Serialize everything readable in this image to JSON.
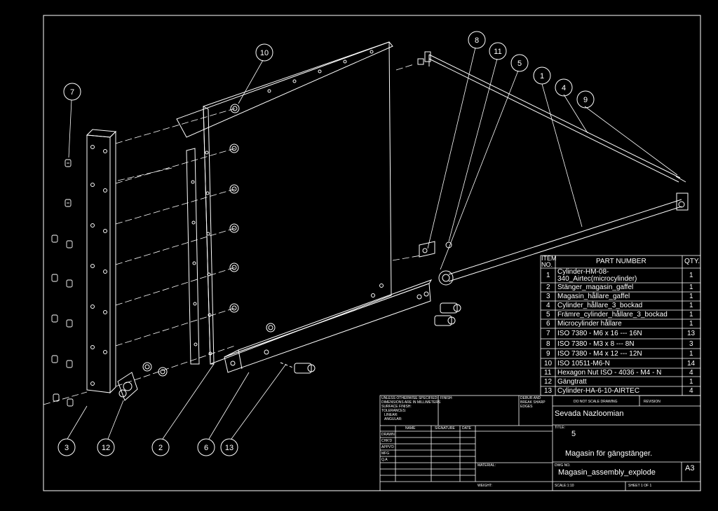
{
  "balloons": [
    "3",
    "12",
    "2",
    "6",
    "13",
    "7",
    "10",
    "8",
    "11",
    "5",
    "1",
    "4",
    "9"
  ],
  "bom": {
    "headers": {
      "item": "ITEM NO.",
      "part": "PART NUMBER",
      "qty": "QTY."
    },
    "rows": [
      {
        "item": "1",
        "part": "Cylinder-HM-08-340_Airtec(microcylinder)",
        "qty": "1"
      },
      {
        "item": "2",
        "part": "Stänger_magasin_gaffel",
        "qty": "1"
      },
      {
        "item": "3",
        "part": "Magasin_hållare_gaffel",
        "qty": "1"
      },
      {
        "item": "4",
        "part": "Cylinder_hållare_3_bockad",
        "qty": "1"
      },
      {
        "item": "5",
        "part": "Främre_cylinder_hållare_3_bockad",
        "qty": "1"
      },
      {
        "item": "6",
        "part": "Microcylinder hållare",
        "qty": "1"
      },
      {
        "item": "7",
        "part": "ISO 7380 - M6 x 16 --- 16N",
        "qty": "13"
      },
      {
        "item": "8",
        "part": "ISO 7380 - M3 x 8 --- 8N",
        "qty": "3"
      },
      {
        "item": "9",
        "part": "ISO 7380 - M4 x 12 --- 12N",
        "qty": "1"
      },
      {
        "item": "10",
        "part": "ISO 10511-M6-N",
        "qty": "14"
      },
      {
        "item": "11",
        "part": "Hexagon Nut ISO - 4036 - M4 - N",
        "qty": "4"
      },
      {
        "item": "12",
        "part": "Gängtratt",
        "qty": "1"
      },
      {
        "item": "13",
        "part": "Cylinder-HA-6-10-AIRTEC",
        "qty": "4"
      }
    ]
  },
  "title_block": {
    "tolerance_note": [
      "UNLESS OTHERWISE SPECIFIED:",
      "DIMENSIONS ARE IN MILLIMETERS",
      "SURFACE FINISH:",
      "TOLERANCES:",
      "LINEAR:",
      "ANGULAR:"
    ],
    "finish_label": "FINISH:",
    "deburr_note": [
      "DEBUR AND",
      "BREAK SHARP",
      "EDGES"
    ],
    "do_not_scale": "DO NOT SCALE DRAWING",
    "revision_label": "REVISION",
    "author": "Sevada Nazloomian",
    "col_name": "NAME",
    "col_signature": "SIGNATURE",
    "col_date": "DATE",
    "rows": [
      "DRAWN",
      "CHK'D",
      "APPV'D",
      "MFG",
      "Q.A"
    ],
    "title_label": "TITLE:",
    "title_value": "5",
    "description": "Magasin för gängstänger.",
    "material_label": "MATERIAL:",
    "dwg_no_label": "DWG NO.",
    "dwg_no": "Magasin_assembly_explode",
    "size": "A3",
    "weight_label": "WEIGHT:",
    "scale": "SCALE:1:10",
    "sheet": "SHEET 1 OF 1"
  }
}
